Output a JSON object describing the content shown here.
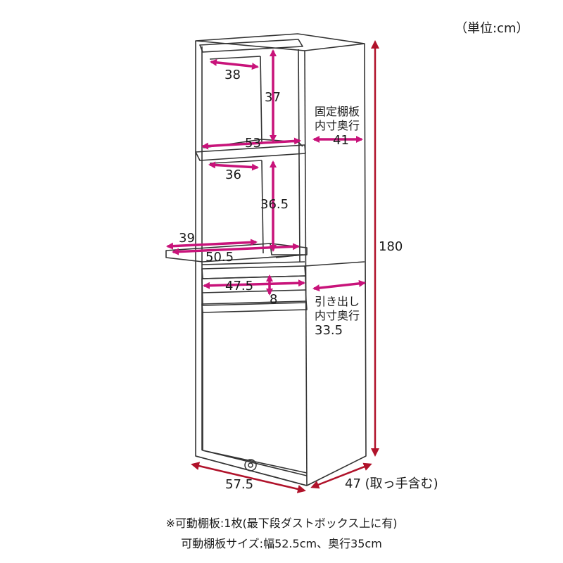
{
  "unit_label": "（単位:cm）",
  "dimensions": {
    "top_shelf_width": "38",
    "top_shelf_height": "37",
    "fixed_shelf_width": "53",
    "fixed_shelf_depth_title_1": "固定棚板",
    "fixed_shelf_depth_title_2": "内寸奥行",
    "fixed_shelf_depth": "41",
    "mid_shelf_width": "36",
    "mid_shelf_height": "36.5",
    "slide_shelf_depth": "39",
    "slide_shelf_width": "50.5",
    "drawer_width": "47.5",
    "drawer_height": "8",
    "drawer_depth_title_1": "引き出し",
    "drawer_depth_title_2": "内寸奥行",
    "drawer_depth": "33.5",
    "total_height": "180",
    "total_width": "57.5",
    "total_depth": "47 (取っ手含む)"
  },
  "notes": {
    "line1": "※可動棚板:1枚(最下段ダストボックス上に有)",
    "line2": "可動棚板サイズ:幅52.5cm、奥行35cm"
  },
  "colors": {
    "arrow": "#c8137a",
    "total_arrow": "#b0122a",
    "outline": "#333333"
  }
}
